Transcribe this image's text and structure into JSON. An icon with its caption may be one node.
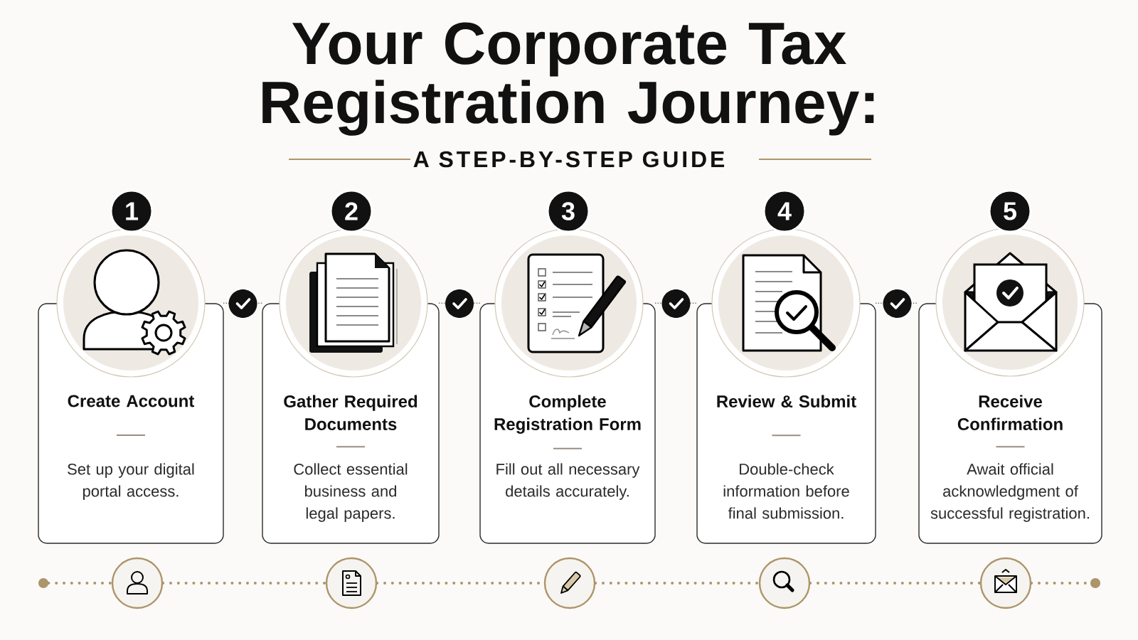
{
  "diagram": {
    "title": "Your Corporate Tax Registration Journey:",
    "nodes": [
      {
        "text": [
          "1"
        ]
      },
      {
        "text": [
          "2"
        ]
      },
      {
        "text": [
          "3"
        ]
      },
      {
        "text": [
          "4"
        ]
      },
      {
        "text": [
          "5"
        ]
      },
      {
        "text": [
          "Create Account",
          "Set up your digital portal access."
        ]
      },
      {
        "text": [
          "Gather Required Documents",
          "Collect essential business and legal papers."
        ]
      },
      {
        "text": [
          "Complete Registration Form",
          "Fill out all necessary details accurately."
        ]
      },
      {
        "text": [
          "Review & Submit",
          "Double-check information before final submission."
        ]
      },
      {
        "text": [
          "Receive Confirmation",
          "Await official acknowledgment of successful registration."
        ]
      },
      {
        "text": [],
        "shape": "circle"
      },
      {
        "text": [],
        "shape": "circle"
      },
      {
        "text": [],
        "shape": "circle"
      },
      {
        "text": [],
        "shape": "circle"
      },
      {
        "text": [],
        "shape": "circle"
      },
      {
        "text": [],
        "shape": "circle"
      },
      {
        "text": [],
        "shape": "circle"
      }
    ],
    "edges": [
      {
        "from": 5,
        "to": 6,
        "arrow": "none",
        "style": "dashed",
        "color": "#555555"
      },
      {
        "from": 6,
        "to": 7,
        "arrow": "none",
        "style": "dashed",
        "color": "#555555"
      },
      {
        "from": 7,
        "to": 8,
        "arrow": "none",
        "style": "dashed",
        "color": "#555555"
      },
      {
        "from": 8,
        "to": 9,
        "arrow": "none",
        "style": "dashed",
        "color": "#555555"
      },
      {
        "from": 10,
        "to": 11,
        "arrow": "none",
        "style": "dashed"
      },
      {
        "from": 11,
        "to": 12,
        "arrow": "none",
        "style": "dashed"
      },
      {
        "from": 12,
        "to": 13,
        "arrow": "none",
        "style": "dashed"
      },
      {
        "from": 13,
        "to": 14,
        "arrow": "none",
        "style": "dashed"
      },
      {
        "from": 14,
        "to": 15,
        "arrow": "none",
        "style": "dashed"
      },
      {
        "from": 15,
        "to": 16,
        "arrow": "none",
        "style": "dashed"
      }
    ],
    "labels": [
      "A STEP-BY-STEP GUIDE"
    ]
  }
}
